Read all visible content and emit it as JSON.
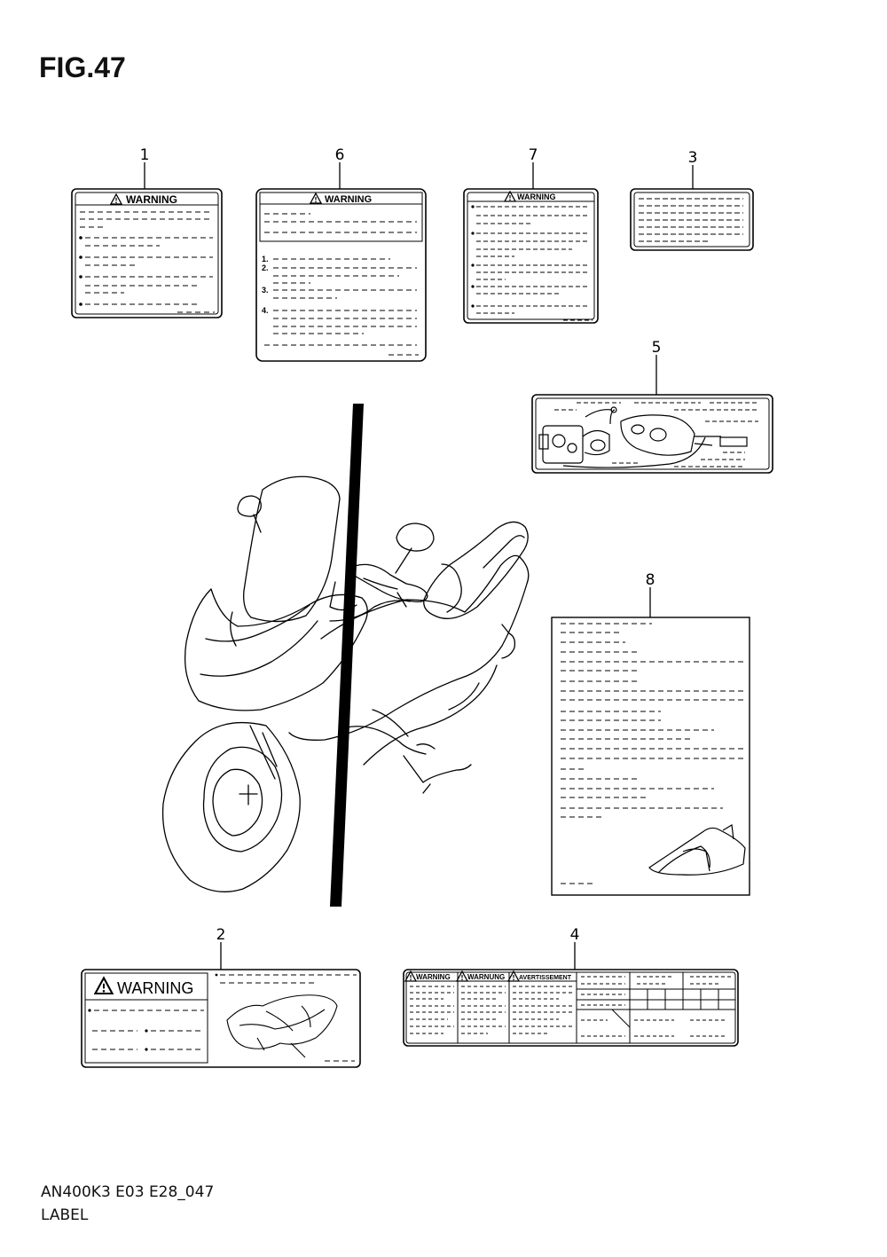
{
  "figure": {
    "title": "FIG.47",
    "code": "AN400K3 E03 E28_047",
    "name": "LABEL"
  },
  "callouts": [
    "1",
    "6",
    "7",
    "3",
    "5",
    "8",
    "2",
    "4"
  ],
  "labels": {
    "warning": "WARNING",
    "warnung": "WARNUNG",
    "avertissement": "AVERTISSEMENT",
    "steps": [
      "1.",
      "2.",
      "3.",
      "4."
    ]
  }
}
